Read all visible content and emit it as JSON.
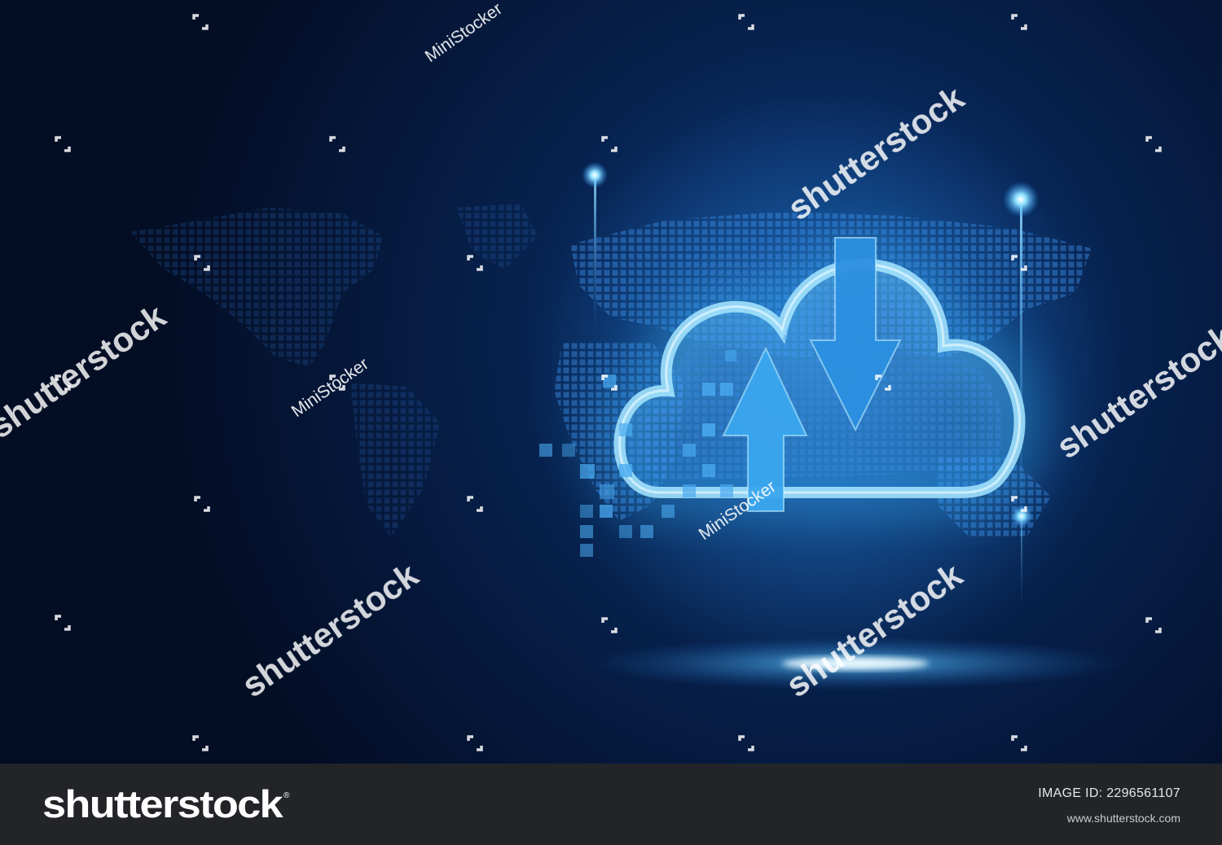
{
  "colors": {
    "background_dark": "#04132f",
    "background_glow": "#0d3f86",
    "cloud_glow": "#3fc2ff",
    "cloud_fill": "#4fb6ef",
    "bar_background": "#222428",
    "watermark": "#ffffff"
  },
  "illustration": {
    "subject": "cloud-upload-download-icon",
    "watermarks": {
      "stock": "shutterstock",
      "contributor": "MiniStocker"
    }
  },
  "footer": {
    "logo_text": "shutterstock",
    "image_id": "IMAGE ID: 2296561107",
    "site_url": "www.shutterstock.com"
  }
}
